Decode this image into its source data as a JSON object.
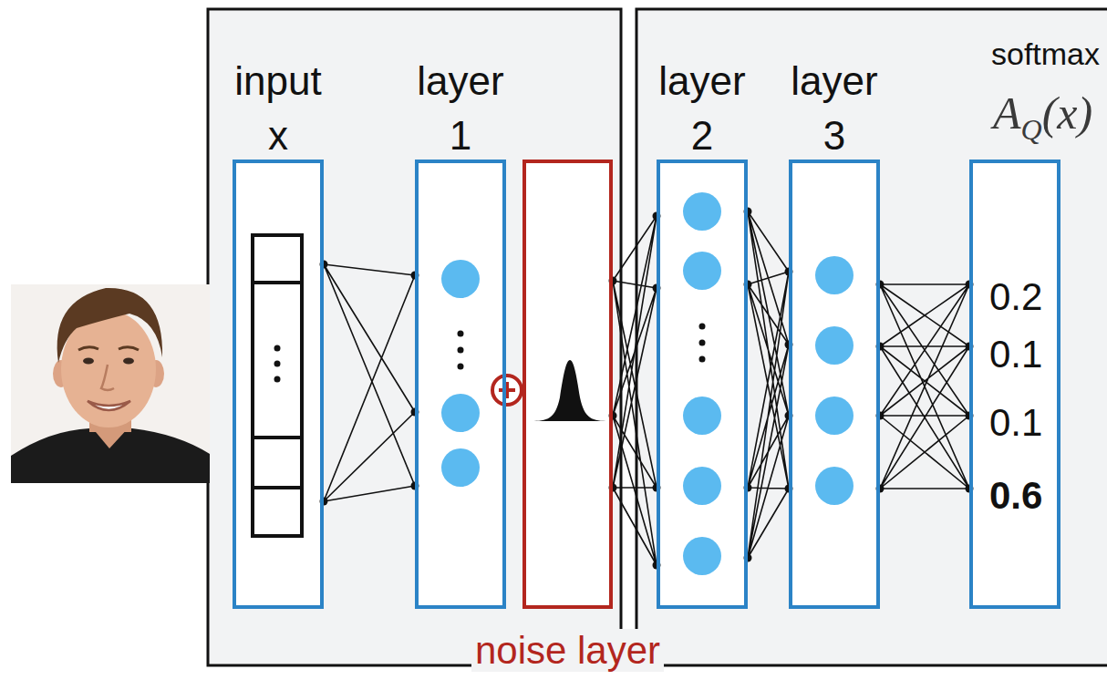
{
  "diagram": {
    "nodes": [
      {
        "text": [
          "input x"
        ]
      },
      {
        "text": [
          "layer 1"
        ]
      },
      {
        "text": [
          "noise layer"
        ]
      },
      {
        "text": [
          "layer 2"
        ]
      },
      {
        "text": [
          "layer 3"
        ]
      },
      {
        "text": [
          "softmax",
          "A",
          "Q",
          "(x)",
          "0.2",
          "0.1",
          "0.1",
          "0.6"
        ]
      }
    ],
    "edges": [
      {
        "from": 0,
        "to": 1,
        "arrow": "none"
      },
      {
        "from": 2,
        "to": 3,
        "arrow": "none"
      },
      {
        "from": 3,
        "to": 4,
        "arrow": "none"
      },
      {
        "from": 4,
        "to": 5,
        "arrow": "none"
      }
    ]
  }
}
